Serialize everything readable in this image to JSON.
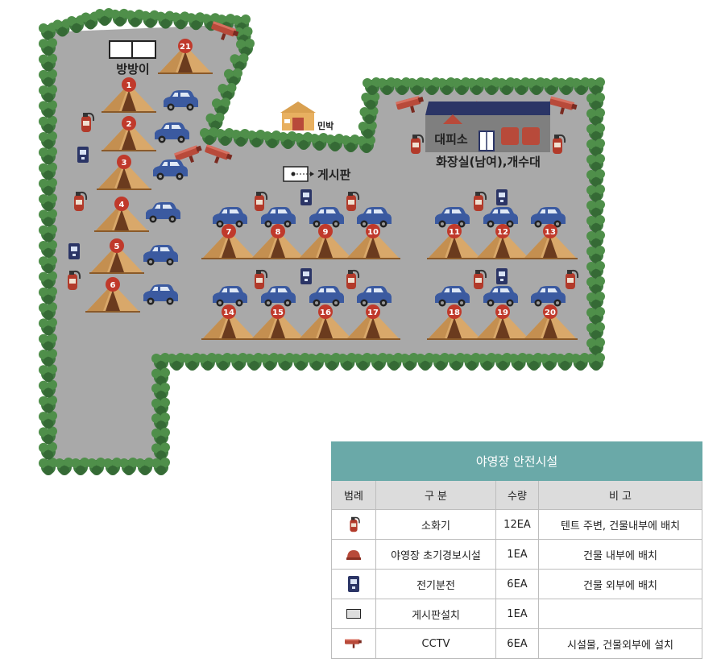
{
  "labels": {
    "bangbangi": "방방이",
    "minbak": "민박",
    "board": "게시판",
    "shelter": "대피소",
    "restroom": "화장실(남여),개수대"
  },
  "tents": [
    "1",
    "2",
    "3",
    "4",
    "5",
    "6",
    "7",
    "8",
    "9",
    "10",
    "11",
    "12",
    "13",
    "14",
    "15",
    "16",
    "17",
    "18",
    "19",
    "20",
    "21"
  ],
  "legend": {
    "title": "야영장 안전시설",
    "headers": [
      "범례",
      "구 분",
      "수량",
      "비 고"
    ],
    "rows": [
      {
        "icon": "fire-extinguisher-icon",
        "name": "소화기",
        "qty": "12EA",
        "note": "텐트 주변, 건물내부에 배치"
      },
      {
        "icon": "alarm-icon",
        "name": "야영장 초기경보시설",
        "qty": "1EA",
        "note": "건물 내부에 배치"
      },
      {
        "icon": "power-outlet-icon",
        "name": "전기분전",
        "qty": "6EA",
        "note": "건물 외부에 배치"
      },
      {
        "icon": "board-icon",
        "name": "게시판설치",
        "qty": "1EA",
        "note": ""
      },
      {
        "icon": "cctv-icon",
        "name": "CCTV",
        "qty": "6EA",
        "note": "시설물, 건물외부에 설치"
      }
    ]
  },
  "colors": {
    "ground": "#a9a9a9",
    "hedge": "#3f7a3f",
    "tent": "#d9a86a",
    "tent_badge": "#c0392b",
    "car": "#3b5aa0",
    "shelter": "#2b3566",
    "legend_title": "#6aa9a8"
  }
}
